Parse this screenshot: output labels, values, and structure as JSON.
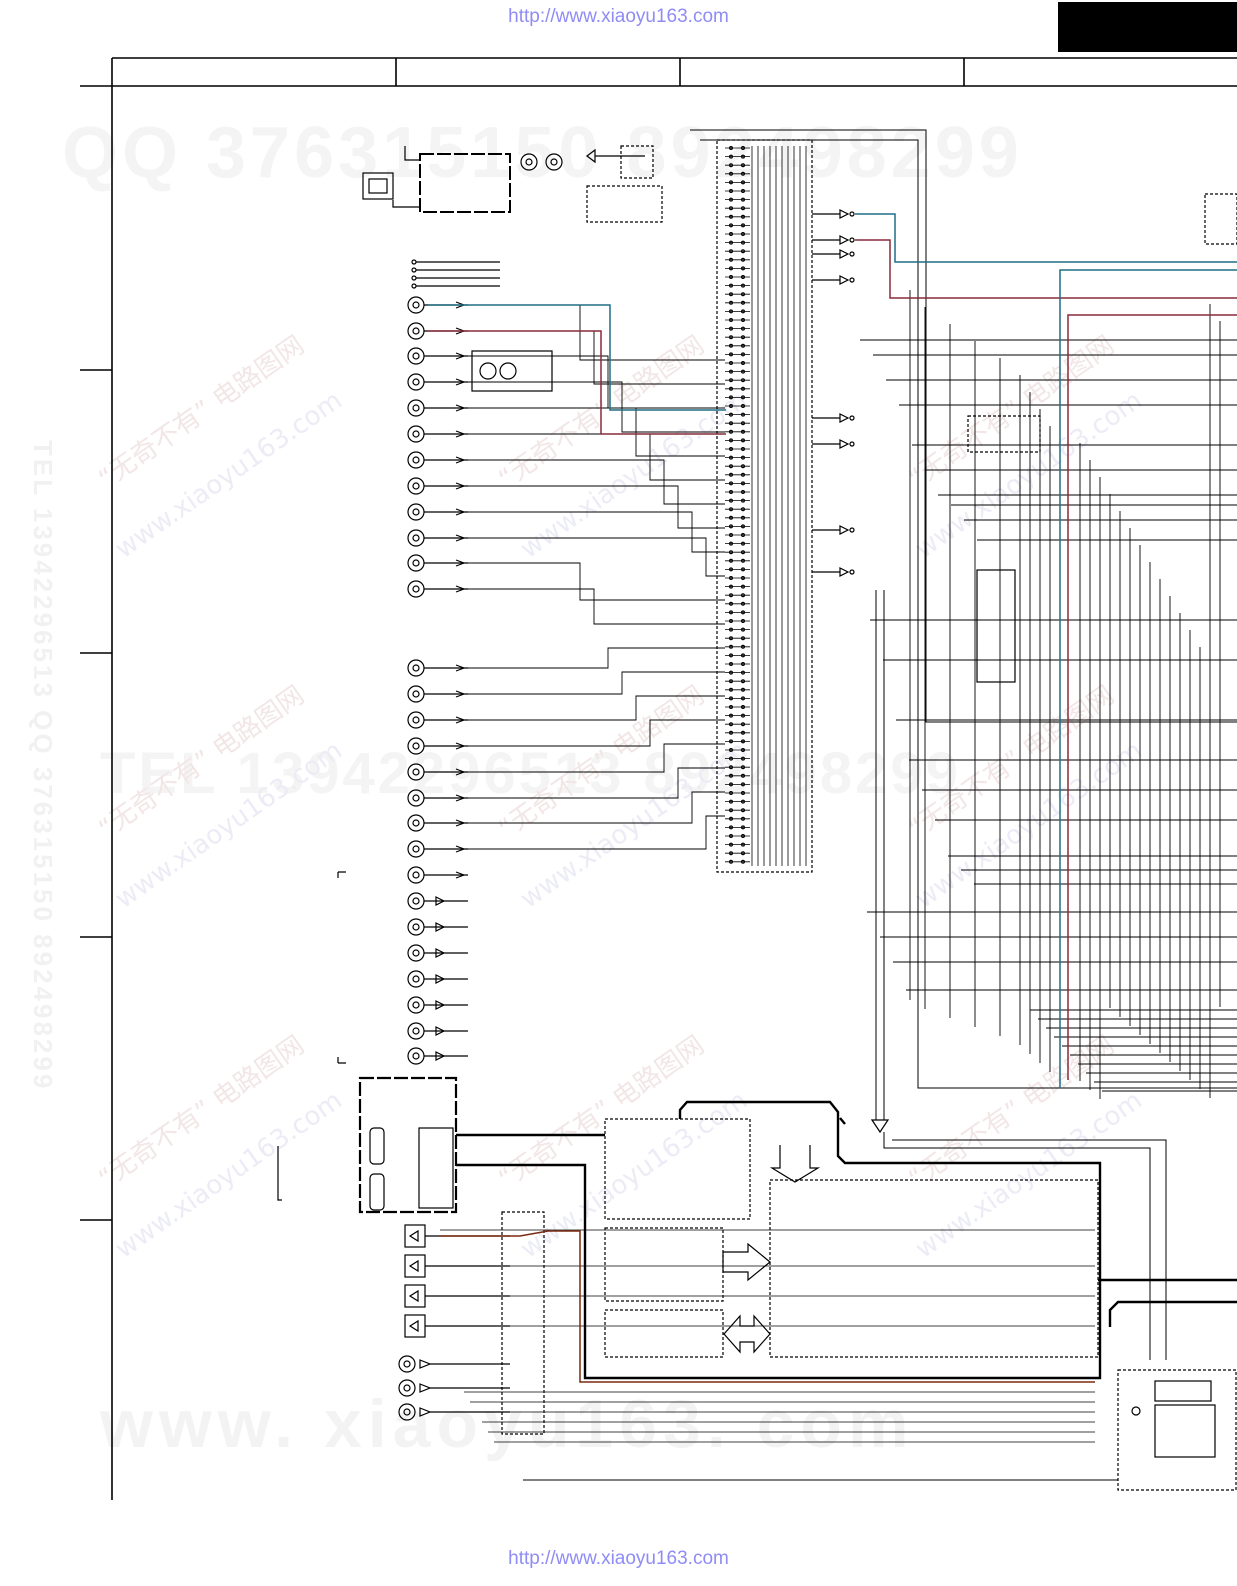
{
  "header": {
    "url_top": "http://www.xiaoyu163.com",
    "url_bottom": "http://www.xiaoyu163.com"
  },
  "watermarks": {
    "qq_line": "QQ 376315150  892498299",
    "tel_line": "TEL 13942296513   892498299",
    "site_line": "www. xiaoyu163. com",
    "cn_brand": "“无奇不有” 电路图网",
    "cn_site": "www.xiaoyu163.com",
    "side_text": "TEL 13942296513  QQ 376315150  892498299"
  },
  "colors": {
    "line": "#000000",
    "teal": "#1f6f86",
    "maroon": "#8a2a3a",
    "brown": "#7a2a10",
    "url": "#8f8cf5"
  }
}
